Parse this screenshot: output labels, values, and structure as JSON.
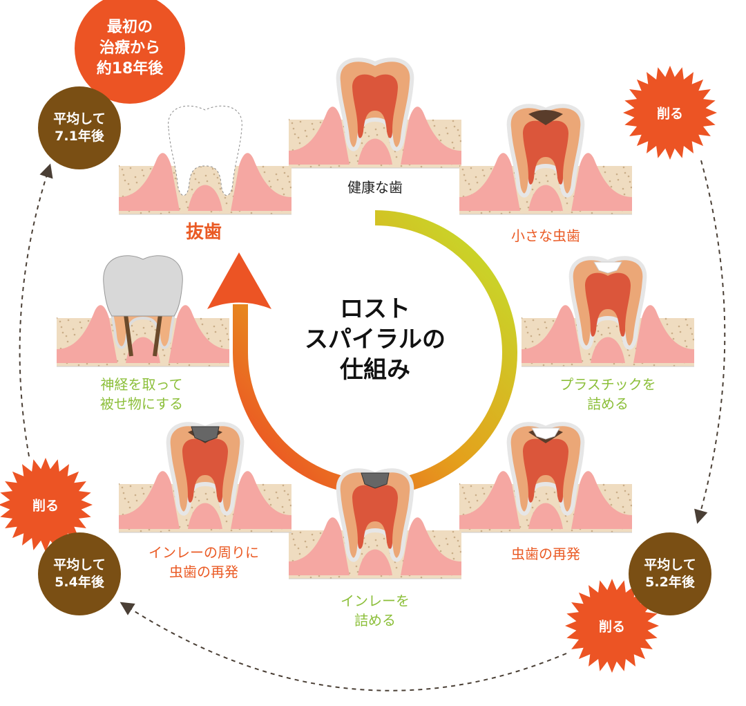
{
  "title": "ロスト\nスパイラルの\n仕組み",
  "timeline_badges": {
    "first": "最初の\n治療から\n約18年後",
    "avg_7_1": "平均して\n7.1年後",
    "avg_5_2": "平均して\n5.2年後",
    "avg_5_4": "平均して\n5.4年後"
  },
  "cut_label": "削る",
  "stages": {
    "healthy": "健康な歯",
    "small_cavity": "小さな虫歯",
    "plastic": "プラスチックを\n詰める",
    "recurrence": "虫歯の再発",
    "inlay": "インレーを\n詰める",
    "inlay_recurrence": "インレーの周りに\n虫歯の再発",
    "crown": "神経を取って\n被せ物にする",
    "extraction": "抜歯"
  },
  "colors": {
    "orange": "#ea5a24",
    "green": "#8cbf3a",
    "brown": "#7a4f14",
    "arc_start": "#c6da2a",
    "arc_end": "#ec5424"
  }
}
